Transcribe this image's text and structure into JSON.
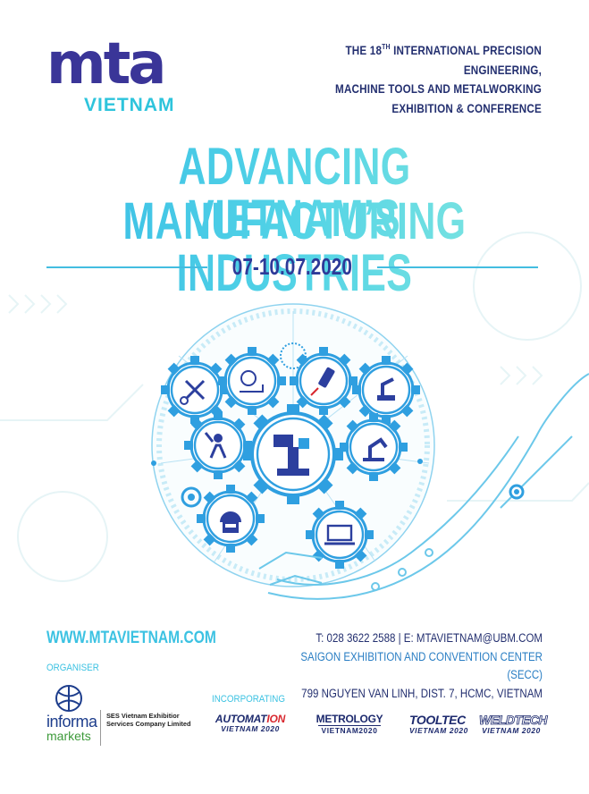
{
  "logo": {
    "brand": "mta",
    "country": "VIETNAM",
    "colors": {
      "brand": "#3a3598",
      "accent": "#2ec4dc"
    }
  },
  "event": {
    "edition_prefix": "THE 18",
    "edition_suffix": "TH",
    "edition_line1_rest": " INTERNATIONAL PRECISION ENGINEERING,",
    "edition_line2": "MACHINE TOOLS AND METALWORKING",
    "edition_line3": "EXHIBITION & CONFERENCE",
    "headline_line1": "ADVANCING VIETNAM’S",
    "headline_line2": "MANUFACTURING INDUSTRIES",
    "date": "07-10.07.2020"
  },
  "artwork": {
    "icons": [
      "tools-icon",
      "gear-hand-icon",
      "laser-icon",
      "robot-arm-small-icon",
      "wrench-person-icon",
      "press-machine-icon",
      "robot-arm-icon",
      "welder-helmet-icon",
      "laptop-design-icon",
      "robot-hand-icon"
    ]
  },
  "contact": {
    "website": "WWW.MTAVIETNAM.COM",
    "phone_email": "T: 028 3622 2588  |  E: MTAVIETNAM@UBM.COM",
    "venue": "SAIGON EXHIBITION AND CONVENTION CENTER (SECC)",
    "address": "799 NGUYEN VAN LINH, DIST. 7, HCMC, VIETNAM"
  },
  "organiser": {
    "label": "ORGANISER",
    "informa": "informa",
    "markets": "markets",
    "company": "SES Vietnam Exhibitior Services Company Limited"
  },
  "incorporating": {
    "label": "INCORPORATING",
    "automation_a": "AUTOMAT",
    "automation_b": "ION",
    "automation_sub": "VIETNAM 2020",
    "metrology": "METROLOGY",
    "metrology_sub": "VIETNAM2020",
    "tooltec": "TOOLTEC",
    "tooltec_sub": "VIETNAM 2020",
    "weldtech": "WELDTECH",
    "weldtech_sub": "VIETNAM 2020"
  }
}
